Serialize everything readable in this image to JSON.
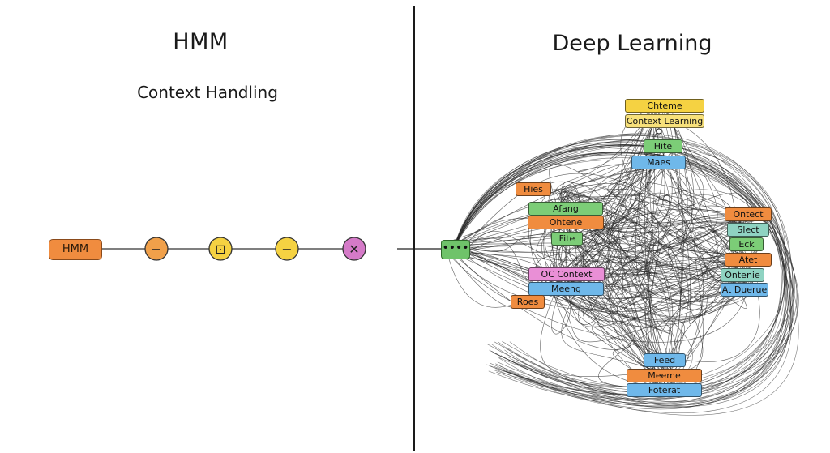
{
  "left_panel": {
    "title": "HMM",
    "subtitle": "Context Handling",
    "chain_label": "HMM",
    "states": [
      {
        "symbol": "−",
        "color": "#f0a04a",
        "icon": "minus-icon"
      },
      {
        "symbol": "⊡",
        "color": "#f5d242",
        "icon": "square-dot-icon"
      },
      {
        "symbol": "−",
        "color": "#f5d242",
        "icon": "minus-icon"
      },
      {
        "symbol": "✕",
        "color": "#d57ac8",
        "icon": "close-icon"
      }
    ]
  },
  "right_panel": {
    "title": "Deep Learning",
    "input_node": "••••",
    "nodes": {
      "top": [
        {
          "label": "Chteme",
          "color": "yellow"
        },
        {
          "label": "Context Learning",
          "color": "yellowlt"
        },
        {
          "label": "Hite",
          "color": "green"
        },
        {
          "label": "Maes",
          "color": "blue"
        }
      ],
      "left": [
        {
          "label": "Hies",
          "color": "orange"
        },
        {
          "label": "Afang",
          "color": "green"
        },
        {
          "label": "Ohtene",
          "color": "orange"
        },
        {
          "label": "Fite",
          "color": "green"
        },
        {
          "label": "OC  Context",
          "color": "pink"
        },
        {
          "label": "Meeng",
          "color": "blue"
        },
        {
          "label": "Roes",
          "color": "orange"
        }
      ],
      "right": [
        {
          "label": "Ontect",
          "color": "orange"
        },
        {
          "label": "Slect",
          "color": "teal"
        },
        {
          "label": "Eck",
          "color": "green"
        },
        {
          "label": "Atet",
          "color": "orange"
        },
        {
          "label": "Ontenie",
          "color": "teal"
        },
        {
          "label": "At Duerue",
          "color": "blue"
        }
      ],
      "bottom": [
        {
          "label": "Feed",
          "color": "blue"
        },
        {
          "label": "Meeme",
          "color": "orange"
        },
        {
          "label": "Foterat",
          "color": "blue"
        }
      ]
    }
  }
}
